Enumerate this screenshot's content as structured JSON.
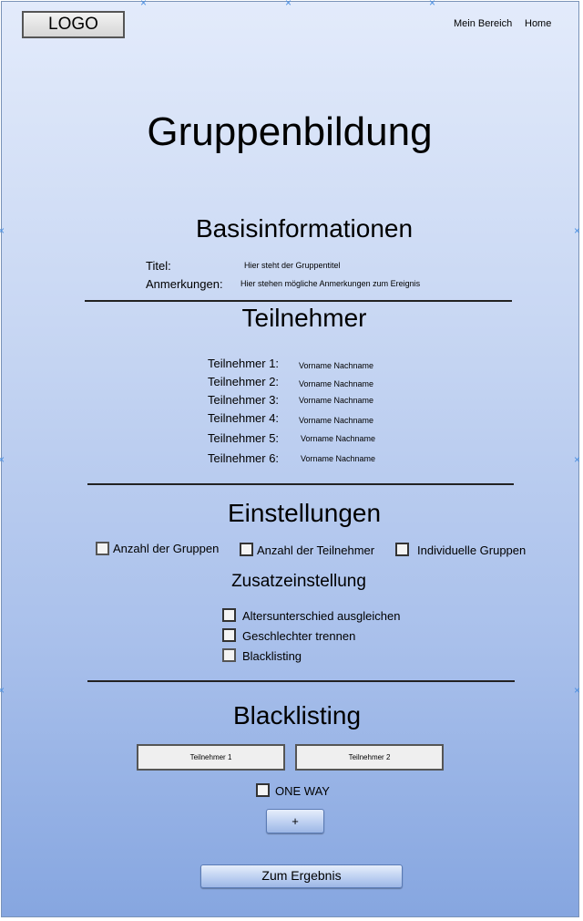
{
  "header": {
    "logo_text": "LOGO",
    "nav": [
      "Mein Bereich",
      "Home"
    ]
  },
  "page_title": "Gruppenbildung",
  "basis": {
    "heading": "Basisinformationen",
    "title_label": "Titel:",
    "title_value": "Hier steht der Gruppentitel",
    "notes_label": "Anmerkungen:",
    "notes_value": "Hier stehen mögliche Anmerkungen zum Ereignis"
  },
  "participants": {
    "heading": "Teilnehmer",
    "rows": [
      {
        "label": "Teilnehmer 1:",
        "value": "Vorname Nachname"
      },
      {
        "label": "Teilnehmer 2:",
        "value": "Vorname Nachname"
      },
      {
        "label": "Teilnehmer 3:",
        "value": "Vorname Nachname"
      },
      {
        "label": "Teilnehmer 4:",
        "value": "Vorname Nachname"
      },
      {
        "label": "Teilnehmer 5:",
        "value": "Vorname Nachname"
      },
      {
        "label": "Teilnehmer 6:",
        "value": "Vorname Nachname"
      }
    ]
  },
  "settings": {
    "heading": "Einstellungen",
    "options": [
      "Anzahl der Gruppen",
      "Anzahl der Teilnehmer",
      "Individuelle Gruppen"
    ],
    "extra_heading": "Zusatzeinstellung",
    "extra_options": [
      "Altersunterschied ausgleichen",
      "Geschlechter trennen",
      "Blacklisting"
    ]
  },
  "blacklisting": {
    "heading": "Blacklisting",
    "field1": "Teilnehmer 1",
    "field2": "Teilnehmer 2",
    "one_way_label": "ONE WAY",
    "add_label": "+"
  },
  "submit_label": "Zum Ergebnis"
}
